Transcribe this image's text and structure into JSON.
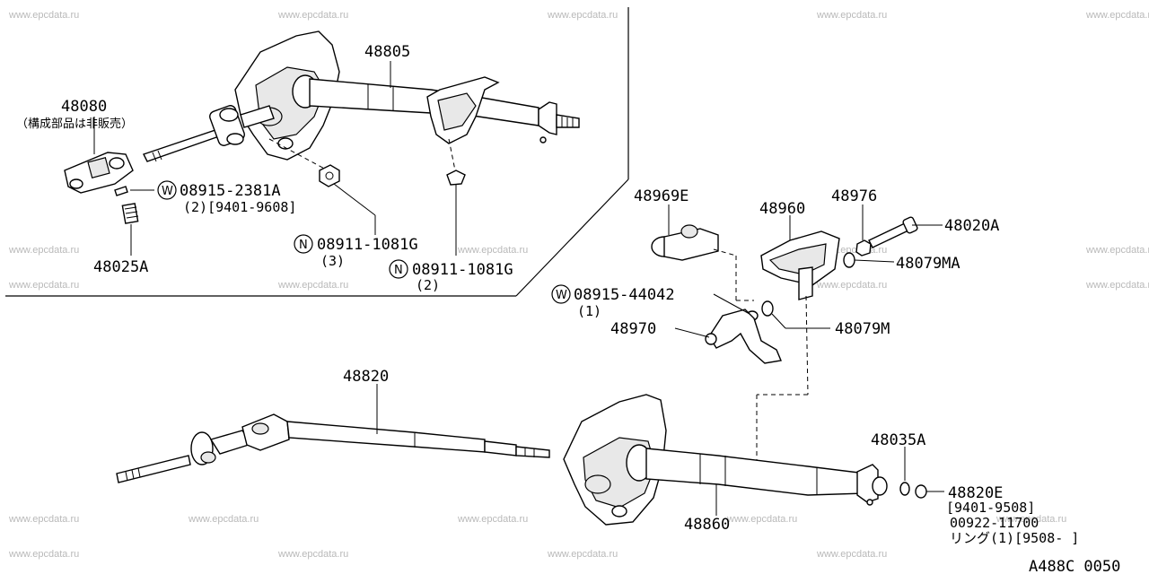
{
  "watermark": "www.epcdata.ru",
  "drawing_code": "A488C 0050",
  "parts": {
    "p48805": "48805",
    "p48080": "48080",
    "p48080_note": "（構成部品は非販売）",
    "p08915_2381A": "08915-2381A",
    "p08915_2381A_qty": "(2)[9401-9608]",
    "p48025A": "48025A",
    "p08911_a": "08911-1081G",
    "p08911_a_qty": "(3)",
    "p08911_b": "08911-1081G",
    "p08911_b_qty": "(2)",
    "p48969E": "48969E",
    "p48960": "48960",
    "p48976": "48976",
    "p48020A": "48020A",
    "p48079MA": "48079MA",
    "p08915_44042": "08915-44042",
    "p08915_44042_qty": "(1)",
    "p48970": "48970",
    "p48079M": "48079M",
    "p48820": "48820",
    "p48035A": "48035A",
    "p48820E": "48820E",
    "p48820E_range": "[9401-9508]",
    "p00922": "00922-11700",
    "p_ring": "リング(1)[9508-      ]",
    "p48860": "48860"
  },
  "symbols": {
    "washer": "W",
    "nut": "N"
  }
}
